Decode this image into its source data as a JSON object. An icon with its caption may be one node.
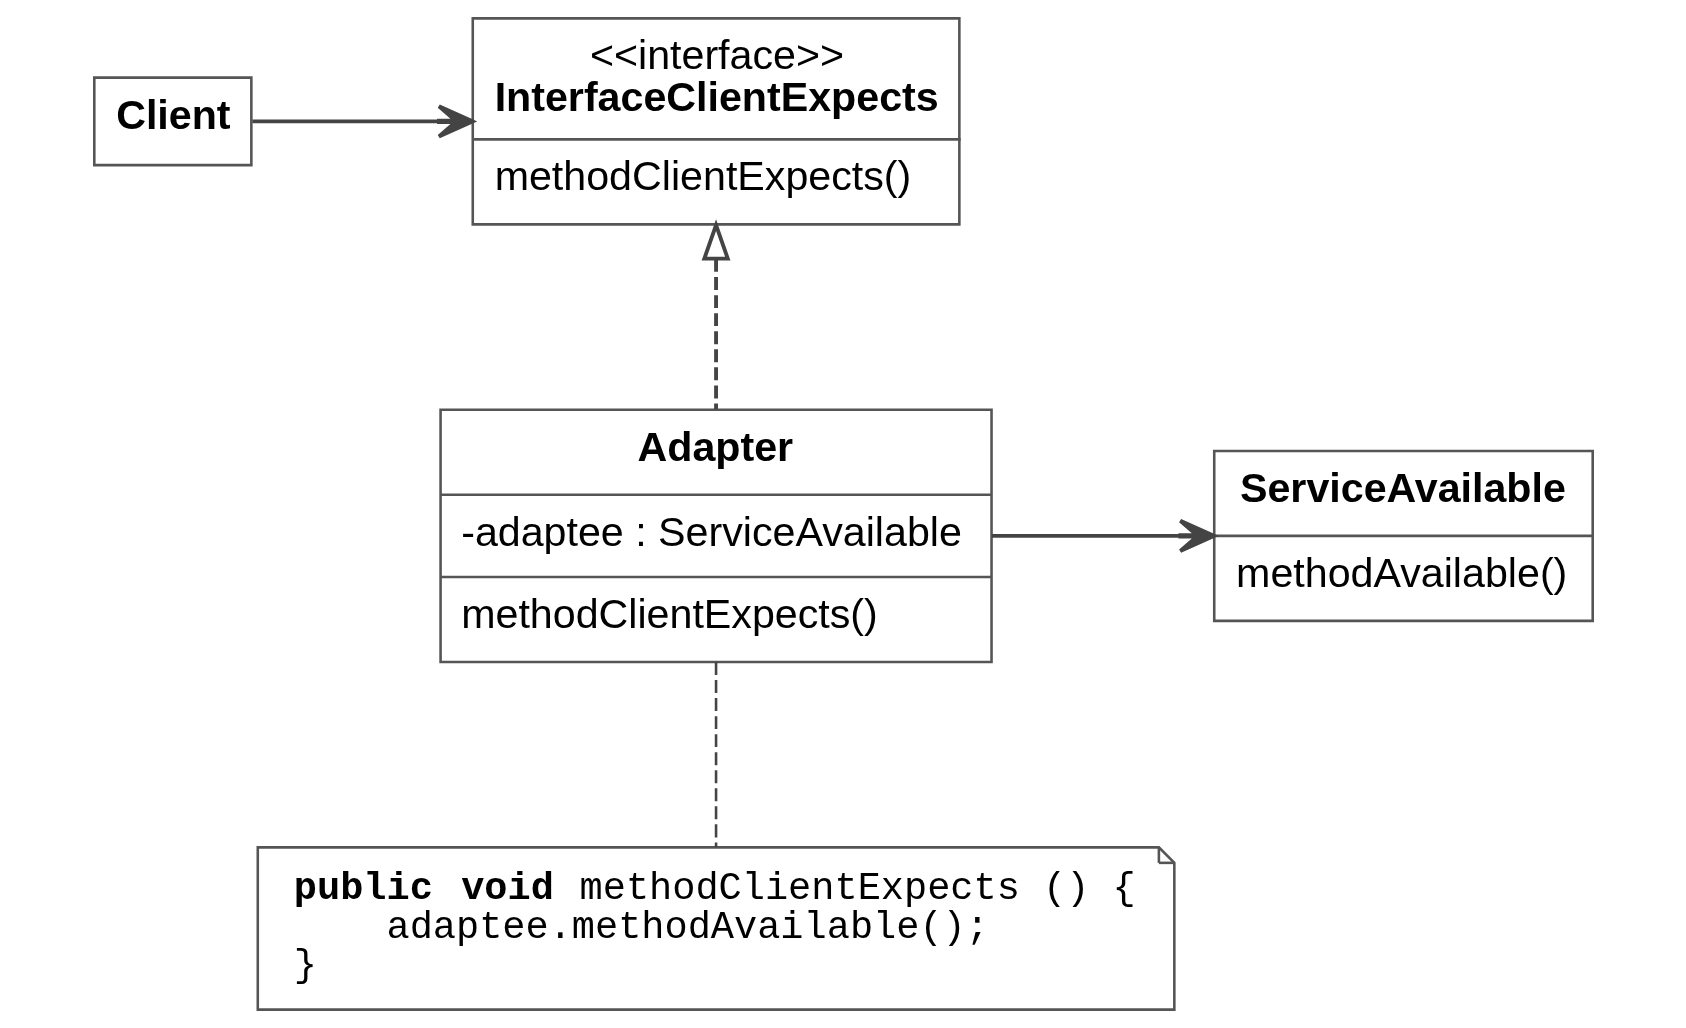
{
  "diagram": {
    "nodes": [
      {
        "text": [
          "Client"
        ]
      },
      {
        "text": [
          "<<interface>>",
          "InterfaceClientExpects",
          "methodClientExpects()"
        ]
      },
      {
        "text": [
          "Adapter",
          "-adaptee : ServiceAvailable",
          "methodClientExpects()"
        ]
      },
      {
        "text": [
          "ServiceAvailable",
          "methodAvailable()"
        ]
      },
      {
        "text": [
          "**public** **void** methodClientExpects () {",
          "adaptee.methodAvailable();",
          "}"
        ]
      }
    ],
    "edges": [
      {
        "from": 0,
        "to": 1,
        "arrow": "to"
      },
      {
        "from": 2,
        "to": 1,
        "arrow": "to",
        "style": "dashed"
      },
      {
        "from": 2,
        "to": 3,
        "arrow": "to"
      },
      {
        "from": 2,
        "to": 4,
        "arrow": "none",
        "style": "dashed"
      }
    ]
  }
}
